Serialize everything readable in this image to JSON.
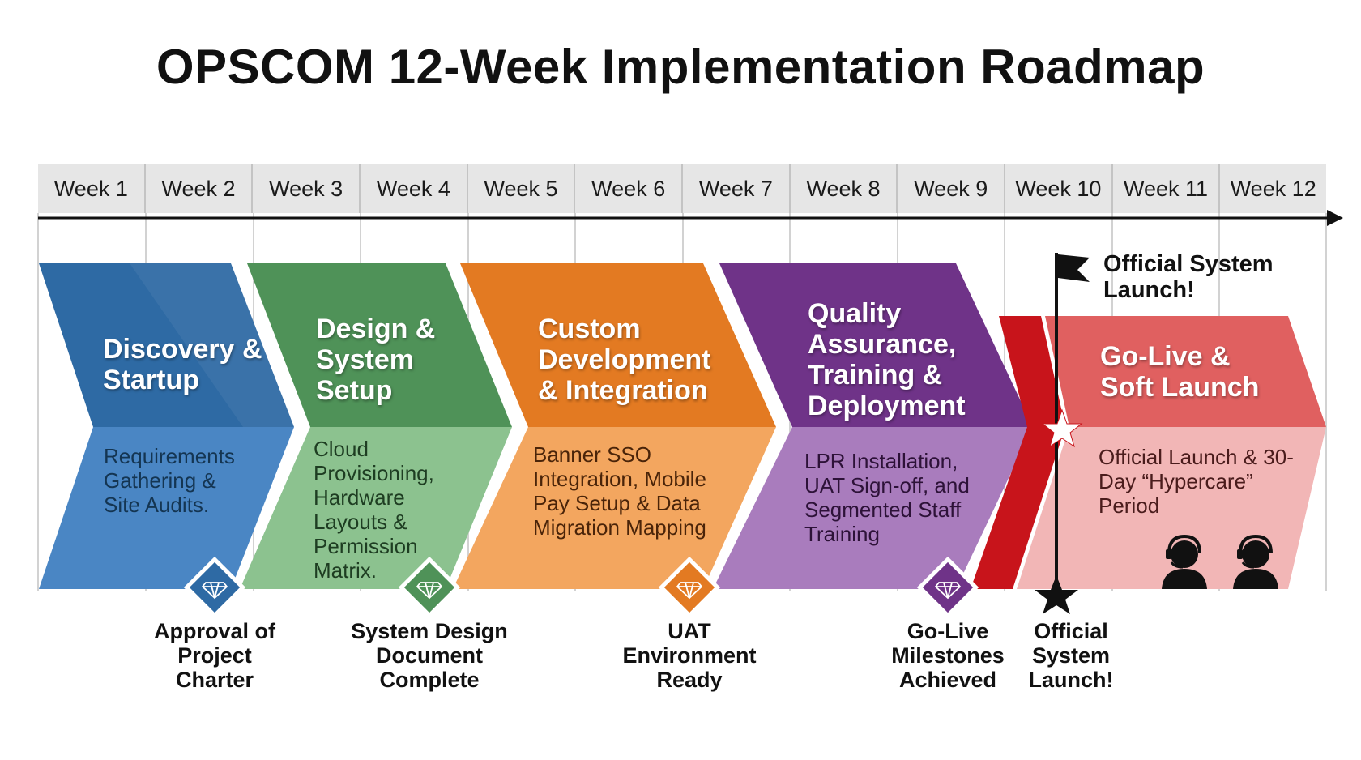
{
  "title": "OPSCOM 12-Week Implementation Roadmap",
  "weeks": [
    "Week 1",
    "Week 2",
    "Week 3",
    "Week 4",
    "Week 5",
    "Week 6",
    "Week 7",
    "Week 8",
    "Week 9",
    "Week 10",
    "Week 11",
    "Week 12"
  ],
  "phases": [
    {
      "title": "Discovery & Startup",
      "desc": "Requirements Gathering & Site Audits.",
      "color_top": "#2e6aa4",
      "color_bottom": "#4a86c4"
    },
    {
      "title": "Design & System Setup",
      "desc": "Cloud Provisioning, Hardware Layouts & Permission Matrix.",
      "color_top": "#4f9258",
      "color_bottom": "#8cc28f"
    },
    {
      "title": "Custom Development & Integration",
      "desc": "Banner SSO Integration, Mobile Pay Setup & Data Migration Mapping",
      "color_top": "#e37a22",
      "color_bottom": "#f3a65f"
    },
    {
      "title": "Quality Assurance, Training & Deployment",
      "desc": "LPR Installation, UAT Sign-off, and Segmented Staff Training",
      "color_top": "#6f3388",
      "color_bottom": "#a97cbd"
    },
    {
      "title": "Go-Live & Soft Launch",
      "desc": "Official Launch & 30-Day “Hypercare” Period",
      "color_top": "#e06060",
      "color_bottom": "#f2b6b6"
    }
  ],
  "milestones": [
    {
      "label": "Approval of Project Charter",
      "color": "#2e6aa4"
    },
    {
      "label": "System Design Document Complete",
      "color": "#4f9258"
    },
    {
      "label": "UAT Environment Ready",
      "color": "#e37a22"
    },
    {
      "label": "Go-Live Milestones Achieved",
      "color": "#6f3388"
    },
    {
      "label": "Official System Launch!",
      "color": "#111111"
    }
  ],
  "launch_flag": {
    "label": "Official System Launch!"
  },
  "icons": {
    "milestone": "diamond-gem-icon",
    "flag": "flag-icon",
    "star": "star-icon",
    "support": "headset-agent-icon"
  },
  "accent_red": "#c8141b"
}
